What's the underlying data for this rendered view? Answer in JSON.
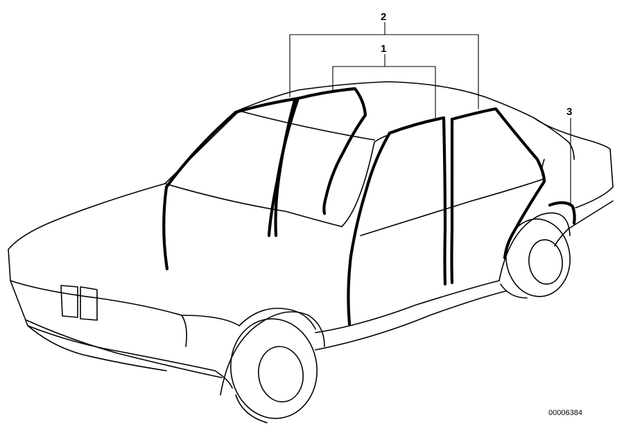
{
  "callouts": {
    "label_1": "1",
    "label_2": "2",
    "label_3": "3"
  },
  "figure": {
    "part_number": "00006384"
  },
  "icons": {
    "car": "sedan-car-outline",
    "parts": [
      "door-seal",
      "window-channel-seal",
      "wheel-arch-trim"
    ]
  }
}
